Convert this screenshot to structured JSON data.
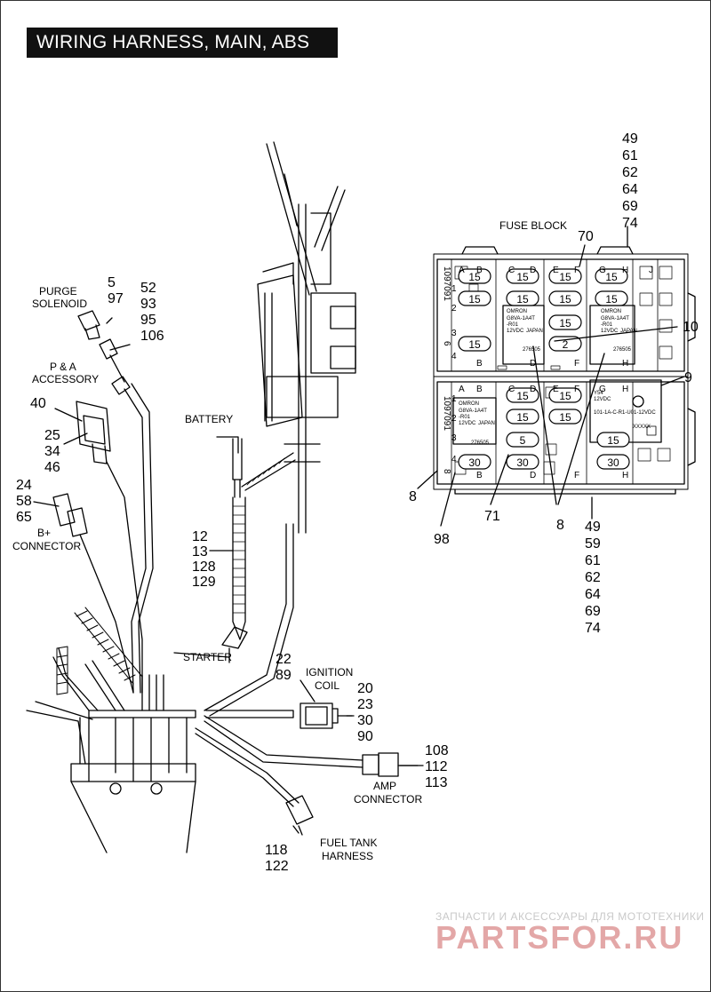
{
  "title": "WIRING HARNESS, MAIN, ABS",
  "labels": {
    "fuse_block": "FUSE BLOCK",
    "purge_solenoid": [
      "PURGE",
      "SOLENOID"
    ],
    "pa_accessory": [
      "P & A",
      "ACCESSORY"
    ],
    "b_plus_connector": [
      "B+",
      "CONNECTOR"
    ],
    "battery": "BATTERY",
    "starter": "STARTER",
    "ignition_coil": [
      "IGNITION",
      "COIL"
    ],
    "amp_connector": [
      "AMP",
      "CONNECTOR"
    ],
    "fuel_tank_harness": [
      "FUEL TANK",
      "HARNESS"
    ]
  },
  "callouts": {
    "fuse_block_top": [
      "49",
      "61",
      "62",
      "64",
      "69",
      "74"
    ],
    "fuse_block_70": "70",
    "fuse_block_10": "10",
    "fuse_block_9": "9",
    "fuse_block_8_left": "8",
    "fuse_block_98": "98",
    "fuse_block_71": "71",
    "fuse_block_8_bottom": "8",
    "fuse_block_bottom": [
      "49",
      "59",
      "61",
      "62",
      "64",
      "69",
      "74"
    ],
    "purge_solenoid": [
      "5",
      "97"
    ],
    "purge_right": [
      "52",
      "93",
      "95",
      "106"
    ],
    "pa_accessory": [
      "40"
    ],
    "pa_connector": [
      "25",
      "34",
      "46"
    ],
    "b_plus": [
      "24",
      "58",
      "65"
    ],
    "battery_cable": [
      "12",
      "13",
      "128",
      "129"
    ],
    "ignition_coil": [
      "22",
      "89"
    ],
    "coil_connector": [
      "20",
      "23",
      "30",
      "90"
    ],
    "amp_connector": [
      "108",
      "112",
      "113"
    ],
    "fuel_tank": [
      "118",
      "122"
    ]
  },
  "fuse_block": {
    "top_column_letters": [
      "A",
      "B",
      "C",
      "D",
      "E",
      "F",
      "G",
      "H",
      "J"
    ],
    "bottom_column_letters": [
      "A",
      "B",
      "C",
      "D",
      "E",
      "F",
      "G",
      "H"
    ],
    "row_numbers": [
      "1",
      "2",
      "3",
      "4"
    ],
    "top_fuses": [
      {
        "col": "B",
        "row": 1,
        "value": "15"
      },
      {
        "col": "B",
        "row": 2,
        "value": "15"
      },
      {
        "col": "B",
        "row": 4,
        "value": "15"
      },
      {
        "col": "D",
        "row": 1,
        "value": "15"
      },
      {
        "col": "D",
        "row": 2,
        "value": "15"
      },
      {
        "col": "F",
        "row": 1,
        "value": "15"
      },
      {
        "col": "F",
        "row": 2,
        "value": "15"
      },
      {
        "col": "F",
        "row": 3,
        "value": "15"
      },
      {
        "col": "F",
        "row": 4,
        "value": "2"
      },
      {
        "col": "H",
        "row": 1,
        "value": "15"
      },
      {
        "col": "H",
        "row": 2,
        "value": "15"
      }
    ],
    "bottom_fuses": [
      {
        "col": "D",
        "row": 1,
        "value": "15"
      },
      {
        "col": "D",
        "row": 2,
        "value": "15"
      },
      {
        "col": "D",
        "row": 3,
        "value": "5"
      },
      {
        "col": "D",
        "row": 4,
        "value": "30"
      },
      {
        "col": "B",
        "row": 4,
        "value": "30"
      },
      {
        "col": "F",
        "row": 1,
        "value": "15"
      },
      {
        "col": "F",
        "row": 2,
        "value": "15"
      },
      {
        "col": "H",
        "row": 3,
        "value": "15"
      },
      {
        "col": "H",
        "row": 4,
        "value": "30"
      }
    ],
    "part_number_top": "1097091",
    "part_number_top_suffix": "6",
    "part_number_bottom": "1097091",
    "part_number_bottom_suffix": "8",
    "relay_brand": "OMRON",
    "relay_model": [
      "G8VA-1A4T",
      "-R01"
    ],
    "relay_rating": "12VDC",
    "relay_origin": "JAPAN",
    "relay_code": "276505",
    "module_text": [
      "Y54",
      "12VDC",
      "101-1A-C-R1-U01-12VDC",
      "XXXXX"
    ]
  },
  "watermark": {
    "line1": "ЗАПЧАСТИ И АКСЕССУАРЫ ДЛЯ МОТОТЕХНИКИ",
    "line2": "PARTSFOR.RU"
  }
}
